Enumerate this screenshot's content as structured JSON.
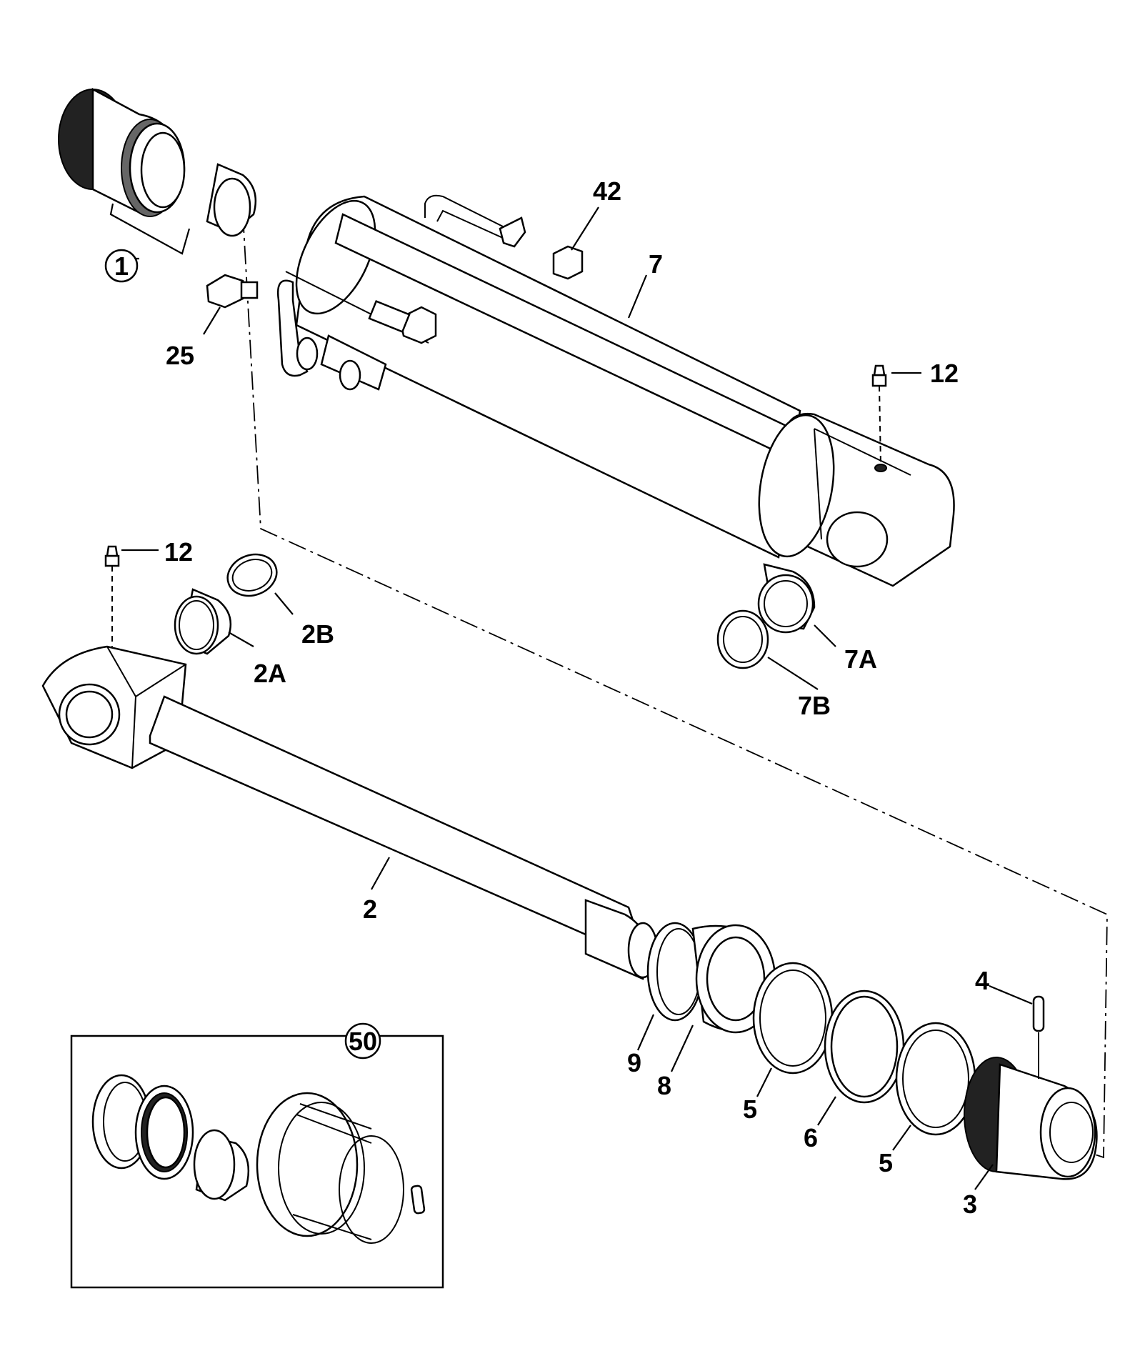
{
  "callouts": {
    "c1": "1",
    "c2": "2",
    "c2a": "2A",
    "c2b": "2B",
    "c3": "3",
    "c4": "4",
    "c5a": "5",
    "c5b": "5",
    "c6": "6",
    "c7": "7",
    "c7a": "7A",
    "c7b": "7B",
    "c8": "8",
    "c9": "9",
    "c12a": "12",
    "c12b": "12",
    "c25": "25",
    "c42": "42",
    "c50": "50"
  }
}
